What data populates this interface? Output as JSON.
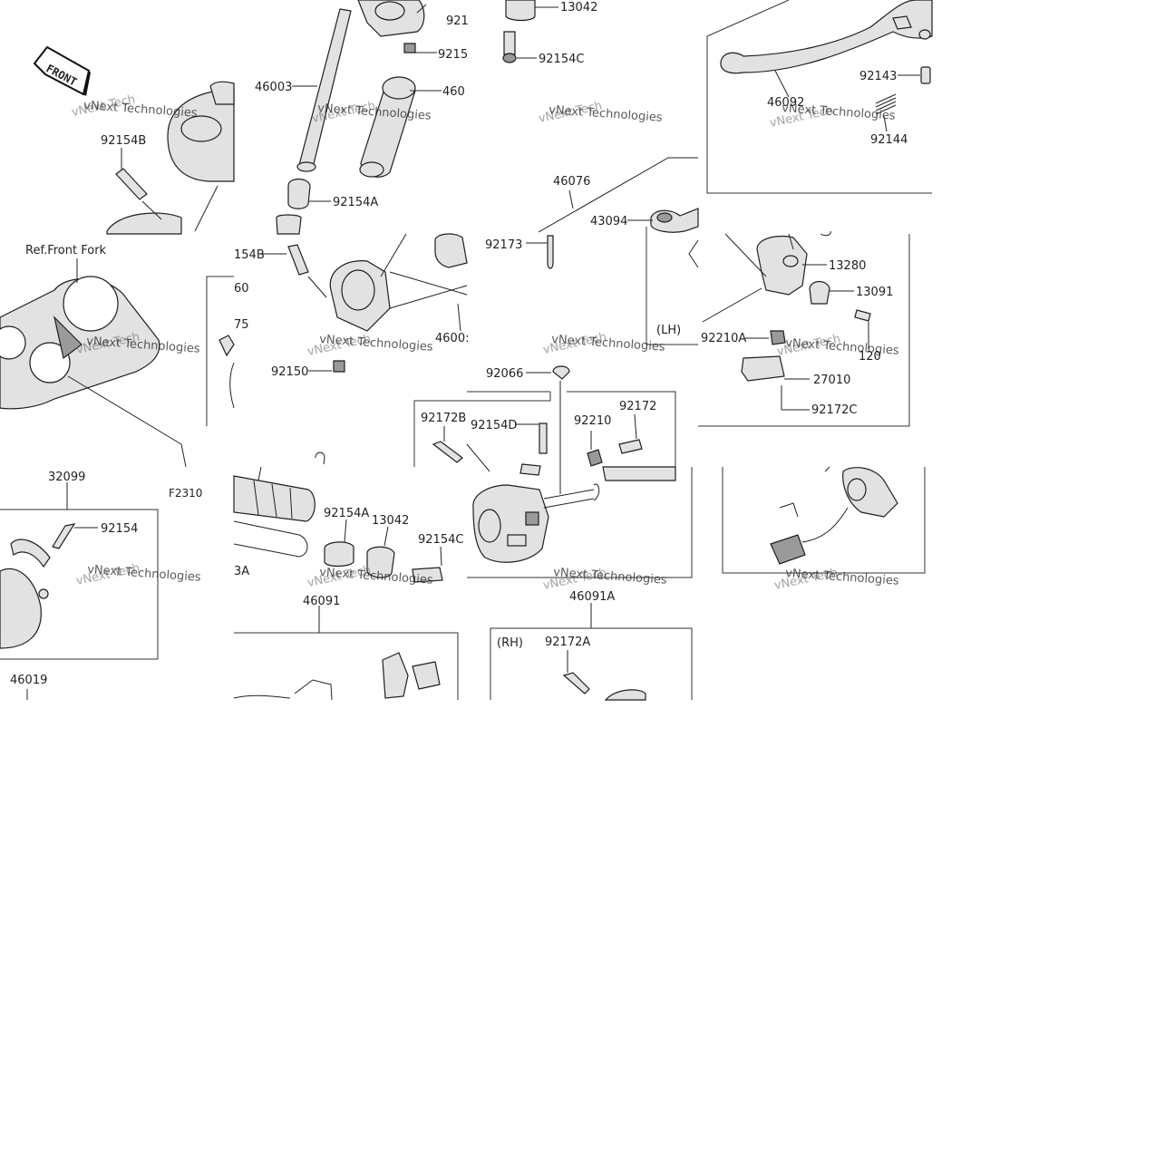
{
  "direction_badge": "FRONT",
  "watermark": "vNext Technologies",
  "reference": {
    "front_fork": "Ref.Front Fork",
    "section": "F2310"
  },
  "side_labels": {
    "left": "(LH)",
    "right": "(RH)"
  },
  "parts": [
    {
      "id": "p-13042-top",
      "label": "13042"
    },
    {
      "id": "p-92154C-top",
      "label": "92154C"
    },
    {
      "id": "p-921-top",
      "label": "921"
    },
    {
      "id": "p-9215-top",
      "label": "9215"
    },
    {
      "id": "p-46003",
      "label": "46003"
    },
    {
      "id": "p-460-top",
      "label": "460"
    },
    {
      "id": "p-92154A-top",
      "label": "92154A"
    },
    {
      "id": "p-92154B-left",
      "label": "92154B"
    },
    {
      "id": "p-46092",
      "label": "46092"
    },
    {
      "id": "p-92143",
      "label": "92143"
    },
    {
      "id": "p-92144",
      "label": "92144"
    },
    {
      "id": "p-46076",
      "label": "46076"
    },
    {
      "id": "p-43094",
      "label": "43094"
    },
    {
      "id": "p-92173",
      "label": "92173"
    },
    {
      "id": "p-154B",
      "label": "154B"
    },
    {
      "id": "p-60",
      "label": "60"
    },
    {
      "id": "p-75",
      "label": "75"
    },
    {
      "id": "p-4600-mid",
      "label": "4600:"
    },
    {
      "id": "p-92150",
      "label": "92150"
    },
    {
      "id": "p-13280",
      "label": "13280"
    },
    {
      "id": "p-13091",
      "label": "13091"
    },
    {
      "id": "p-120",
      "label": "120"
    },
    {
      "id": "p-92210A",
      "label": "92210A"
    },
    {
      "id": "p-27010",
      "label": "27010"
    },
    {
      "id": "p-92172C",
      "label": "92172C"
    },
    {
      "id": "p-92066",
      "label": "92066"
    },
    {
      "id": "p-92172B",
      "label": "92172B"
    },
    {
      "id": "p-92154D",
      "label": "92154D"
    },
    {
      "id": "p-92210",
      "label": "92210"
    },
    {
      "id": "p-92172",
      "label": "92172"
    },
    {
      "id": "p-32099",
      "label": "32099"
    },
    {
      "id": "p-92154",
      "label": "92154"
    },
    {
      "id": "p-92154A-mid",
      "label": "92154A"
    },
    {
      "id": "p-13042-mid",
      "label": "13042"
    },
    {
      "id": "p-92154C-mid",
      "label": "92154C"
    },
    {
      "id": "p-3A",
      "label": "3A"
    },
    {
      "id": "p-46091",
      "label": "46091"
    },
    {
      "id": "p-46091A",
      "label": "46091A"
    },
    {
      "id": "p-92172A",
      "label": "92172A"
    },
    {
      "id": "p-46019",
      "label": "46019"
    }
  ]
}
